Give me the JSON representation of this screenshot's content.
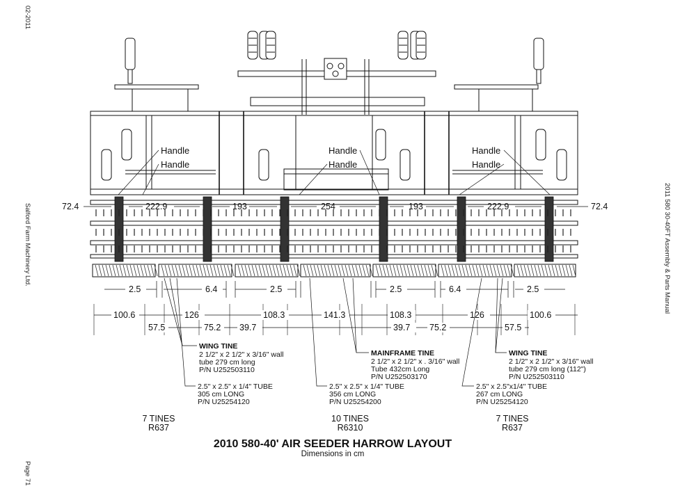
{
  "margin_left": {
    "date": "02-2011",
    "company": "Salford Farm Machinery Ltd.",
    "page": "Page 71"
  },
  "margin_right": {
    "manual": "2011 580 30-40FT Assembly & Parts Manual"
  },
  "handle_labels": [
    "Handle",
    "Handle",
    "Handle",
    "Handle",
    "Handle",
    "Handle"
  ],
  "top_dimensions": [
    "72.4",
    "222.9",
    "193",
    "254",
    "193",
    "222.9",
    "72.4"
  ],
  "offset_dimensions": [
    "2.5",
    "6.4",
    "2.5",
    "2.5",
    "6.4",
    "2.5"
  ],
  "spacing_row1": [
    "100.6",
    "126",
    "108.3",
    "141.3",
    "108.3",
    "126",
    "100.6"
  ],
  "spacing_row2": [
    "57.5",
    "75.2",
    "39.7",
    "39.7",
    "75.2",
    "57.5"
  ],
  "callouts": {
    "wing_left": {
      "title": "WING TINE",
      "lines": [
        "2 1/2\" x 2 1/2\" x 3/16\" wall",
        "tube 279 cm long",
        "P/N U252503110"
      ]
    },
    "mainframe": {
      "title": "MAINFRAME TINE",
      "lines": [
        "2 1/2\" x 2 1/2\" x . 3/16\" wall",
        "Tube 432cm Long",
        "P/N U252503170"
      ]
    },
    "wing_right": {
      "title": "WING TINE",
      "lines": [
        "2 1/2\" x 2 1/2\" x 3/16\" wall",
        "tube 279 cm long (112\")",
        "P/N U252503110"
      ]
    },
    "tube_left": [
      "2.5\" x 2.5\" x 1/4\" TUBE",
      "305 cm LONG",
      "P/N U25254120"
    ],
    "tube_center": [
      "2.5\" x 2.5\" x 1/4\" TUBE",
      "356 cm LONG",
      "P/N U25254200"
    ],
    "tube_right": [
      "2.5\" x 2.5\"x1/4\" TUBE",
      "267 cm LONG",
      "P/N U25254120"
    ]
  },
  "sections": [
    {
      "tines": "7 TINES",
      "code": "R637"
    },
    {
      "tines": "10 TINES",
      "code": "R6310"
    },
    {
      "tines": "7 TINES",
      "code": "R637"
    }
  ],
  "title": "2010 580-40' AIR SEEDER HARROW LAYOUT",
  "subtitle": "Dimensions in cm"
}
